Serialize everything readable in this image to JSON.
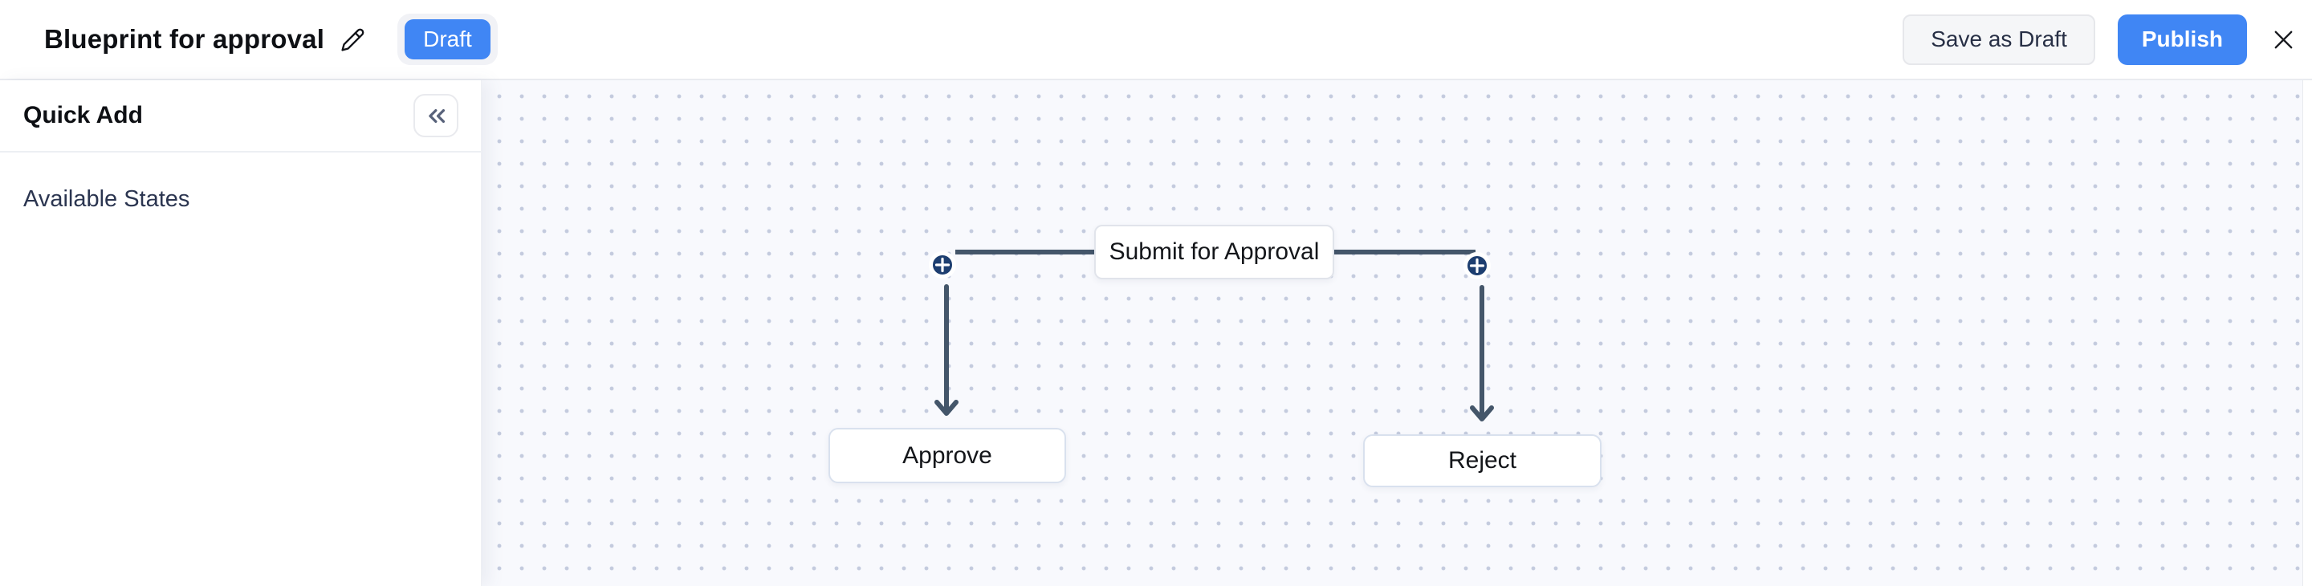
{
  "header": {
    "title": "Blueprint for approval",
    "status_badge": "Draft",
    "buttons": {
      "save_as_draft": "Save as Draft",
      "publish": "Publish"
    }
  },
  "sidebar": {
    "title": "Quick Add",
    "section_label": "Available States"
  },
  "canvas": {
    "nodes": {
      "submit": {
        "label": "Submit for Approval"
      },
      "approve": {
        "label": "Approve"
      },
      "reject": {
        "label": "Reject"
      }
    }
  },
  "icons": {
    "edit": "pencil-icon",
    "collapse": "chevrons-left-icon",
    "close": "x-icon",
    "add_transition": "plus-icon"
  },
  "colors": {
    "accent_blue": "#4086f4",
    "connector": "#44566a",
    "plus_button_bg": "#1d3e70",
    "canvas_bg": "#f8f9fd",
    "canvas_dot": "#c4cbde"
  }
}
